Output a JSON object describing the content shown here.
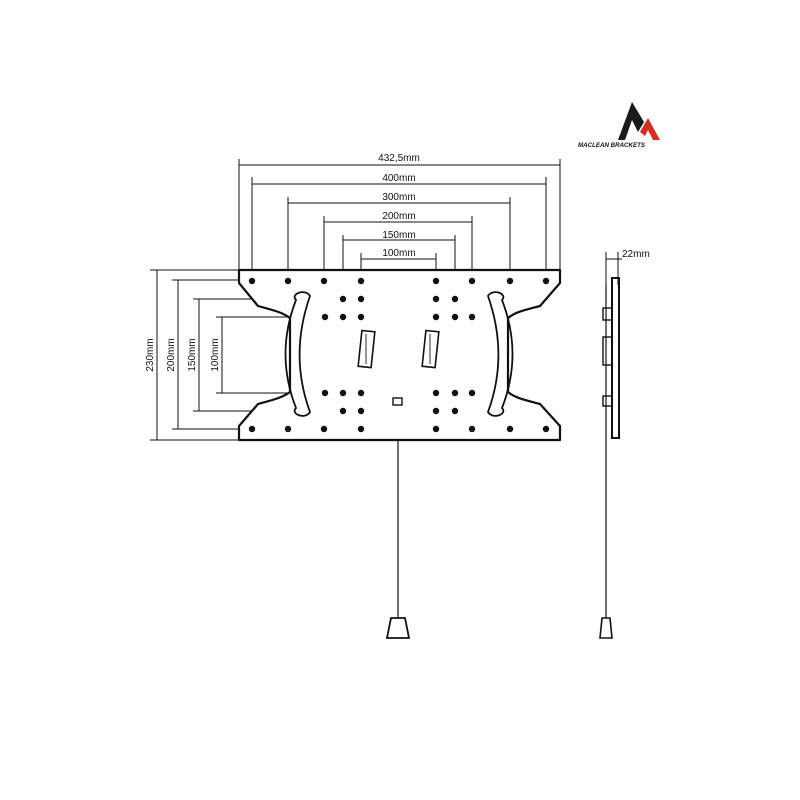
{
  "brand": {
    "name": "MACLEAN BRACKETS",
    "logo_colors": {
      "left": "#1a1a1a",
      "right": "#d62d20"
    }
  },
  "dimensions": {
    "widths": [
      {
        "key": "overall",
        "label": "432,5mm"
      },
      {
        "key": "w400",
        "label": "400mm"
      },
      {
        "key": "w300",
        "label": "300mm"
      },
      {
        "key": "w200",
        "label": "200mm"
      },
      {
        "key": "w150",
        "label": "150mm"
      },
      {
        "key": "w100",
        "label": "100mm"
      }
    ],
    "heights": [
      {
        "key": "overall",
        "label": "230mm"
      },
      {
        "key": "h200",
        "label": "200mm"
      },
      {
        "key": "h150",
        "label": "150mm"
      },
      {
        "key": "h100",
        "label": "100mm"
      }
    ],
    "depth": {
      "label": "22mm"
    }
  },
  "colors": {
    "line": "#111111",
    "background": "#ffffff"
  }
}
